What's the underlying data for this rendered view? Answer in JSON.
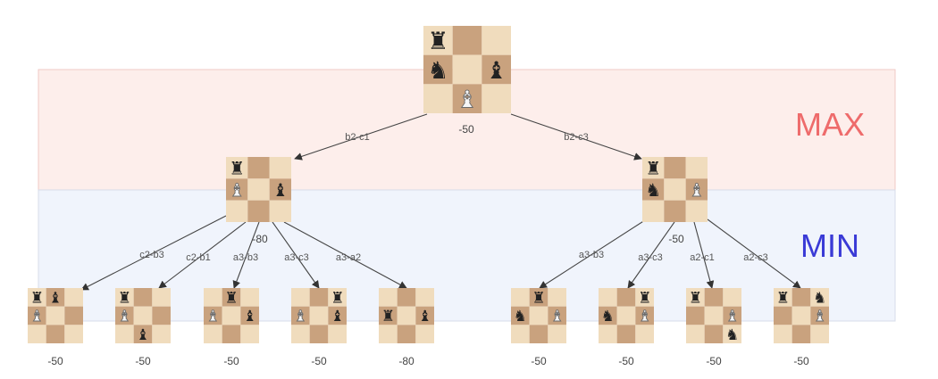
{
  "bands": [
    {
      "label": "MAX",
      "color": "#ee6b6b",
      "fill": "#fdeeeb",
      "border": "#f0c9c6"
    },
    {
      "label": "MIN",
      "color": "#3a3ad6",
      "fill": "#f0f4fc",
      "border": "#d7dcea"
    }
  ],
  "board_colors": {
    "light": "#f0dcbd",
    "dark": "#c9a27e",
    "black_piece": "#222222",
    "white_piece": "#f6f6f6",
    "white_outline": "#6a6a6a"
  },
  "piece_glyphs": {
    "R": "♜",
    "N": "♞",
    "B": "♝"
  },
  "tree": {
    "value": "-50",
    "board": [
      [
        "bR",
        "",
        ""
      ],
      [
        "bN",
        "",
        "bB"
      ],
      [
        "",
        "wB",
        ""
      ]
    ],
    "children": [
      {
        "edge": "b2-c1",
        "value": "-80",
        "board": [
          [
            "bR",
            "",
            ""
          ],
          [
            "wB",
            "",
            "bB"
          ],
          [
            "",
            "",
            ""
          ]
        ],
        "children": [
          {
            "edge": "c2-b3",
            "value": "-50",
            "board": [
              [
                "bR",
                "bB",
                ""
              ],
              [
                "wB",
                "",
                ""
              ],
              [
                "",
                "",
                ""
              ]
            ]
          },
          {
            "edge": "c2-b1",
            "value": "-50",
            "board": [
              [
                "bR",
                "",
                ""
              ],
              [
                "wB",
                "",
                ""
              ],
              [
                "",
                "bB",
                ""
              ]
            ]
          },
          {
            "edge": "a3-b3",
            "value": "-50",
            "board": [
              [
                "",
                "bR",
                ""
              ],
              [
                "wB",
                "",
                "bB"
              ],
              [
                "",
                "",
                ""
              ]
            ]
          },
          {
            "edge": "a3-c3",
            "value": "-50",
            "board": [
              [
                "",
                "",
                "bR"
              ],
              [
                "wB",
                "",
                "bB"
              ],
              [
                "",
                "",
                ""
              ]
            ]
          },
          {
            "edge": "a3-a2",
            "value": "-80",
            "board": [
              [
                "",
                "",
                ""
              ],
              [
                "bR",
                "",
                "bB"
              ],
              [
                "",
                "",
                ""
              ]
            ]
          }
        ]
      },
      {
        "edge": "b2-c3",
        "value": "-50",
        "board": [
          [
            "bR",
            "",
            ""
          ],
          [
            "bN",
            "",
            "wB"
          ],
          [
            "",
            "",
            ""
          ]
        ],
        "children": [
          {
            "edge": "a3-b3",
            "value": "-50",
            "board": [
              [
                "",
                "bR",
                ""
              ],
              [
                "bN",
                "",
                "wB"
              ],
              [
                "",
                "",
                ""
              ]
            ]
          },
          {
            "edge": "a3-c3",
            "value": "-50",
            "board": [
              [
                "",
                "",
                "bR"
              ],
              [
                "bN",
                "",
                "wB"
              ],
              [
                "",
                "",
                ""
              ]
            ]
          },
          {
            "edge": "a2-c1",
            "value": "-50",
            "board": [
              [
                "bR",
                "",
                ""
              ],
              [
                "",
                "",
                "wB"
              ],
              [
                "",
                "",
                "bN"
              ]
            ]
          },
          {
            "edge": "a2-c3",
            "value": "-50",
            "board": [
              [
                "bR",
                "",
                "bN"
              ],
              [
                "",
                "",
                "wB"
              ],
              [
                "",
                "",
                ""
              ]
            ]
          }
        ]
      }
    ]
  }
}
